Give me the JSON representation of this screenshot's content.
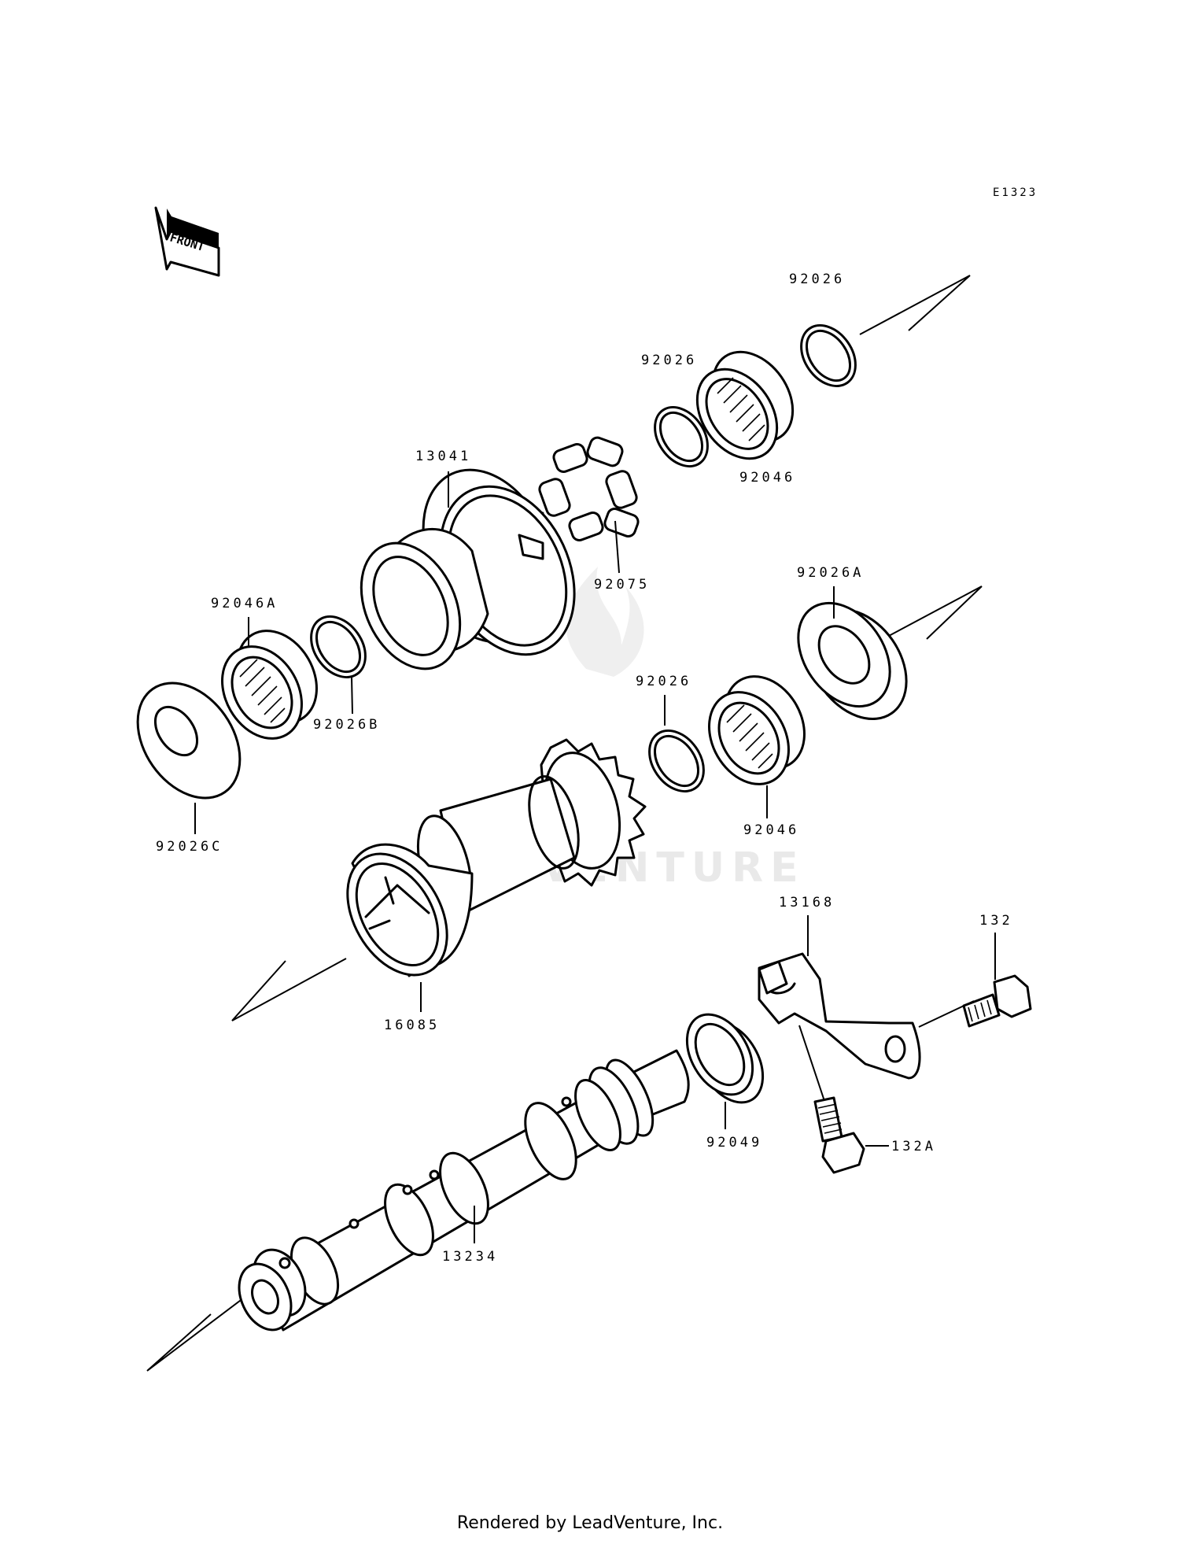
{
  "diagram": {
    "figure_code": "E1323",
    "direction_tag": "FRONT",
    "watermark": "LEADVENTURE",
    "labels": {
      "p92026_top": "92026",
      "p92026_mid": "92026",
      "p92046_top": "92046",
      "p13041": "13041",
      "p92075": "92075",
      "p92046A": "92046A",
      "p92026B": "92026B",
      "p92026A": "92026A",
      "p92026C": "92026C",
      "p92026_low": "92026",
      "p92046_low": "92046",
      "p16085": "16085",
      "p13168": "13168",
      "p132": "132",
      "p92049": "92049",
      "p132A": "132A",
      "p13234": "13234"
    },
    "footer": "Rendered by LeadVenture, Inc."
  }
}
